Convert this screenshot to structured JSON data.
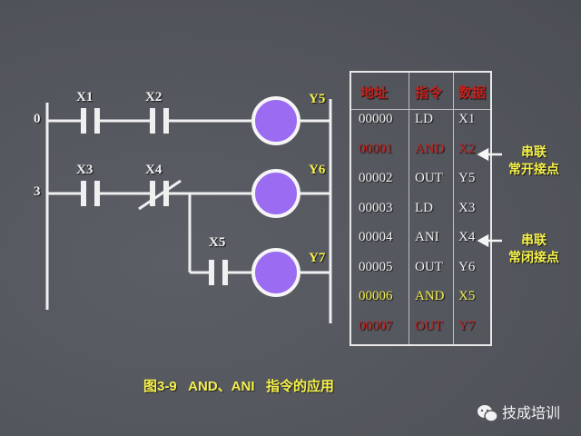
{
  "colors": {
    "background": "#55575f",
    "line": "#f0f0f0",
    "coil_fill": "#9b6cf2",
    "label_white": "#f2f2f2",
    "label_yellow": "#f5f04a",
    "label_red": "#c4221e"
  },
  "ladder": {
    "step_numbers": [
      "0",
      "3"
    ],
    "contacts": [
      {
        "name": "X1",
        "type": "normally-open"
      },
      {
        "name": "X2",
        "type": "normally-open"
      },
      {
        "name": "X3",
        "type": "normally-open"
      },
      {
        "name": "X4",
        "type": "normally-closed"
      },
      {
        "name": "X5",
        "type": "normally-open"
      }
    ],
    "coils": [
      "Y5",
      "Y6",
      "Y7"
    ]
  },
  "table": {
    "headers": [
      "地址",
      "指令",
      "数据"
    ],
    "rows": [
      {
        "address": "00000",
        "instruction": "LD",
        "data": "X1",
        "color": "#f2f2f2"
      },
      {
        "address": "00001",
        "instruction": "AND",
        "data": "X2",
        "color": "#c4221e"
      },
      {
        "address": "00002",
        "instruction": "OUT",
        "data": "Y5",
        "color": "#f2f2f2"
      },
      {
        "address": "00003",
        "instruction": "LD",
        "data": "X3",
        "color": "#f2f2f2"
      },
      {
        "address": "00004",
        "instruction": "ANI",
        "data": "X4",
        "color": "#f2f2f2"
      },
      {
        "address": "00005",
        "instruction": "OUT",
        "data": "Y6",
        "color": "#f2f2f2"
      },
      {
        "address": "00006",
        "instruction": "AND",
        "data": "X5",
        "color": "#f5f04a"
      },
      {
        "address": "00007",
        "instruction": "OUT",
        "data": "Y7",
        "color": "#c4221e"
      }
    ]
  },
  "annotations": [
    {
      "line1": "串联",
      "line2": "常开接点",
      "points_to": "X2"
    },
    {
      "line1": "串联",
      "line2": "常闭接点",
      "points_to": "X4"
    }
  ],
  "caption": "图3-9   AND、ANI   指令的应用",
  "watermark": {
    "icon": "wechat-icon",
    "text": "技成培训"
  }
}
